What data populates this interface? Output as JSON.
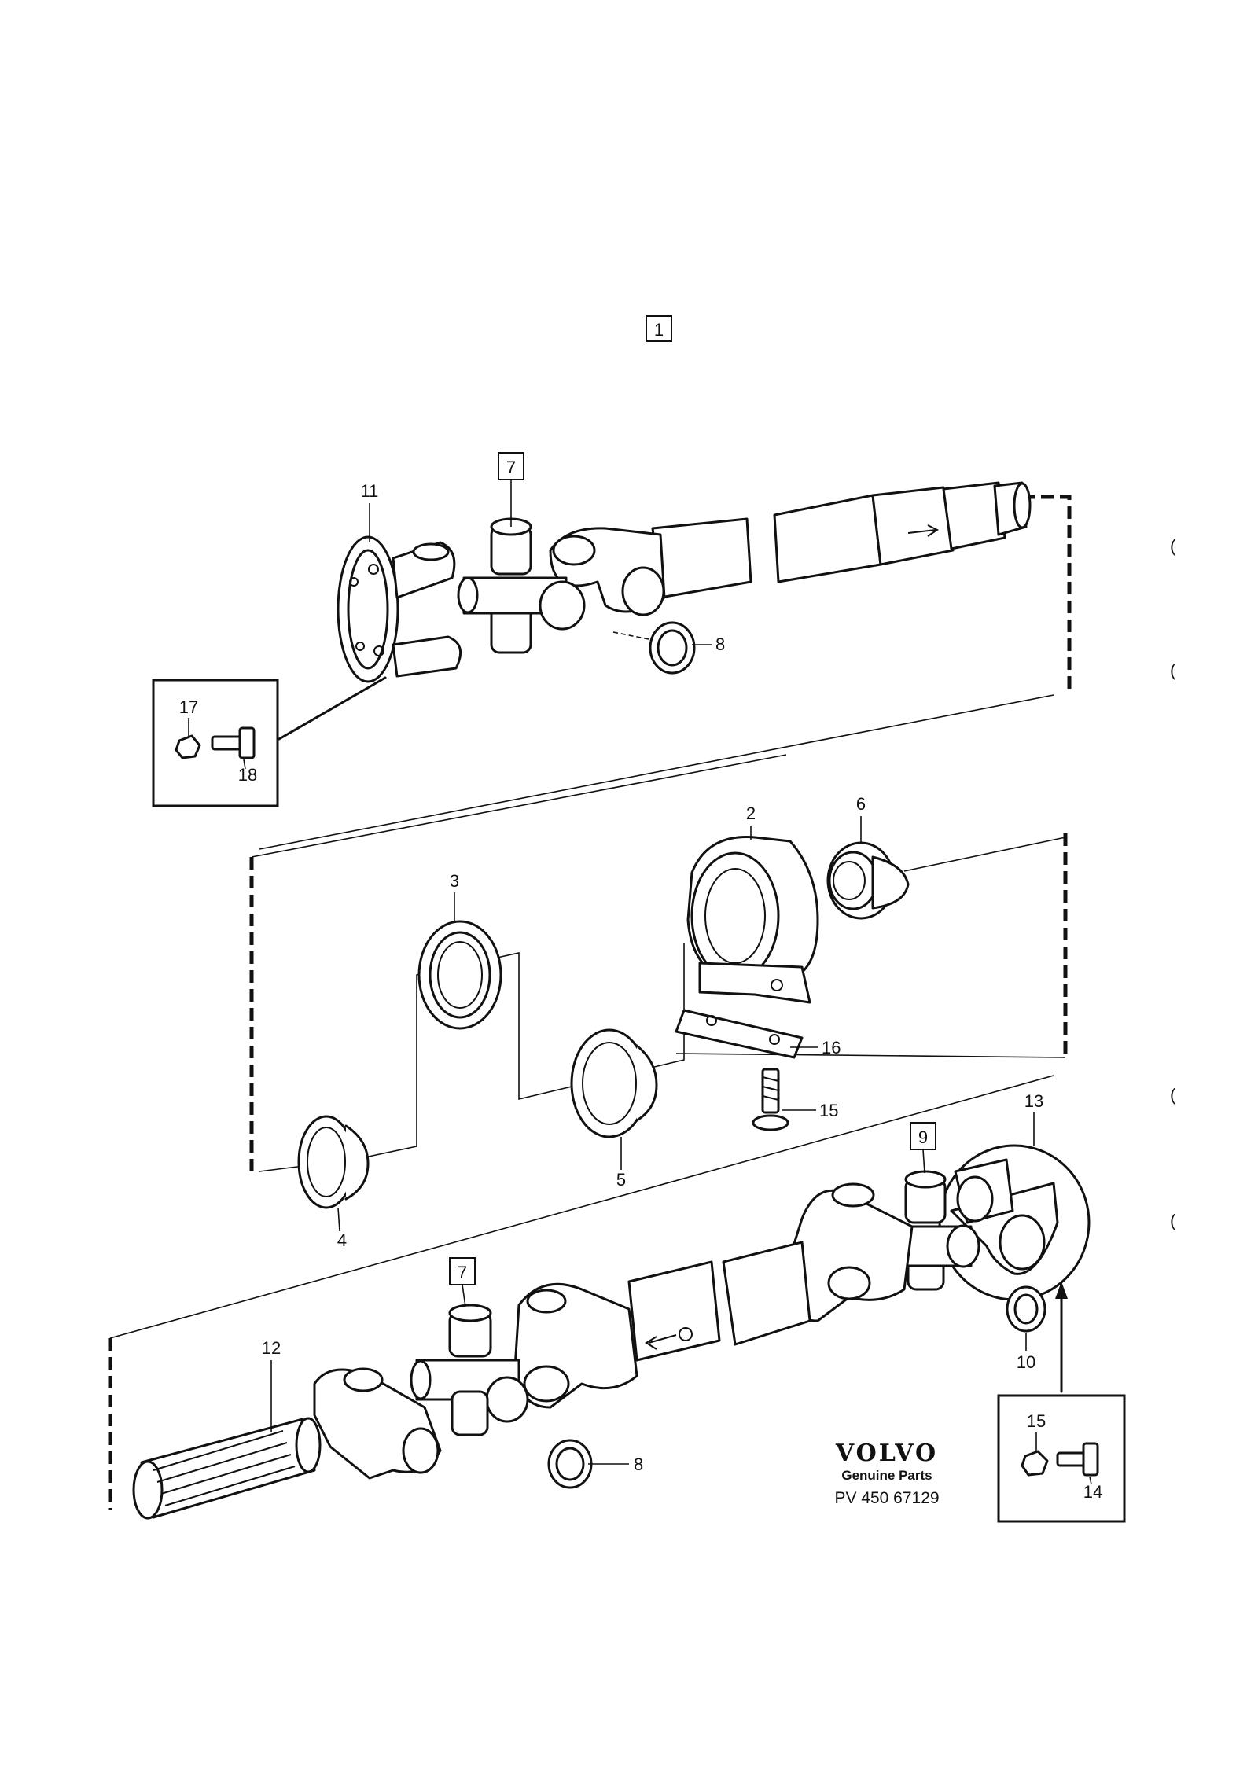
{
  "diagram": {
    "group_tag": "1",
    "callouts": {
      "c11": "11",
      "c7_top": "7",
      "c8_top": "8",
      "c17": "17",
      "c18": "18",
      "c2": "2",
      "c6": "6",
      "c3": "3",
      "c16": "16",
      "c15_mid": "15",
      "c5": "5",
      "c4": "4",
      "c13": "13",
      "c9": "9",
      "c7_bottom": "7",
      "c12": "12",
      "c8_bottom": "8",
      "c10": "10",
      "c15_bottom": "15",
      "c14": "14"
    },
    "brand": {
      "name": "VOLVO",
      "tagline": "Genuine Parts",
      "code": "PV 450 67129"
    },
    "margin_marks": [
      "(",
      "(",
      "(",
      "("
    ]
  }
}
